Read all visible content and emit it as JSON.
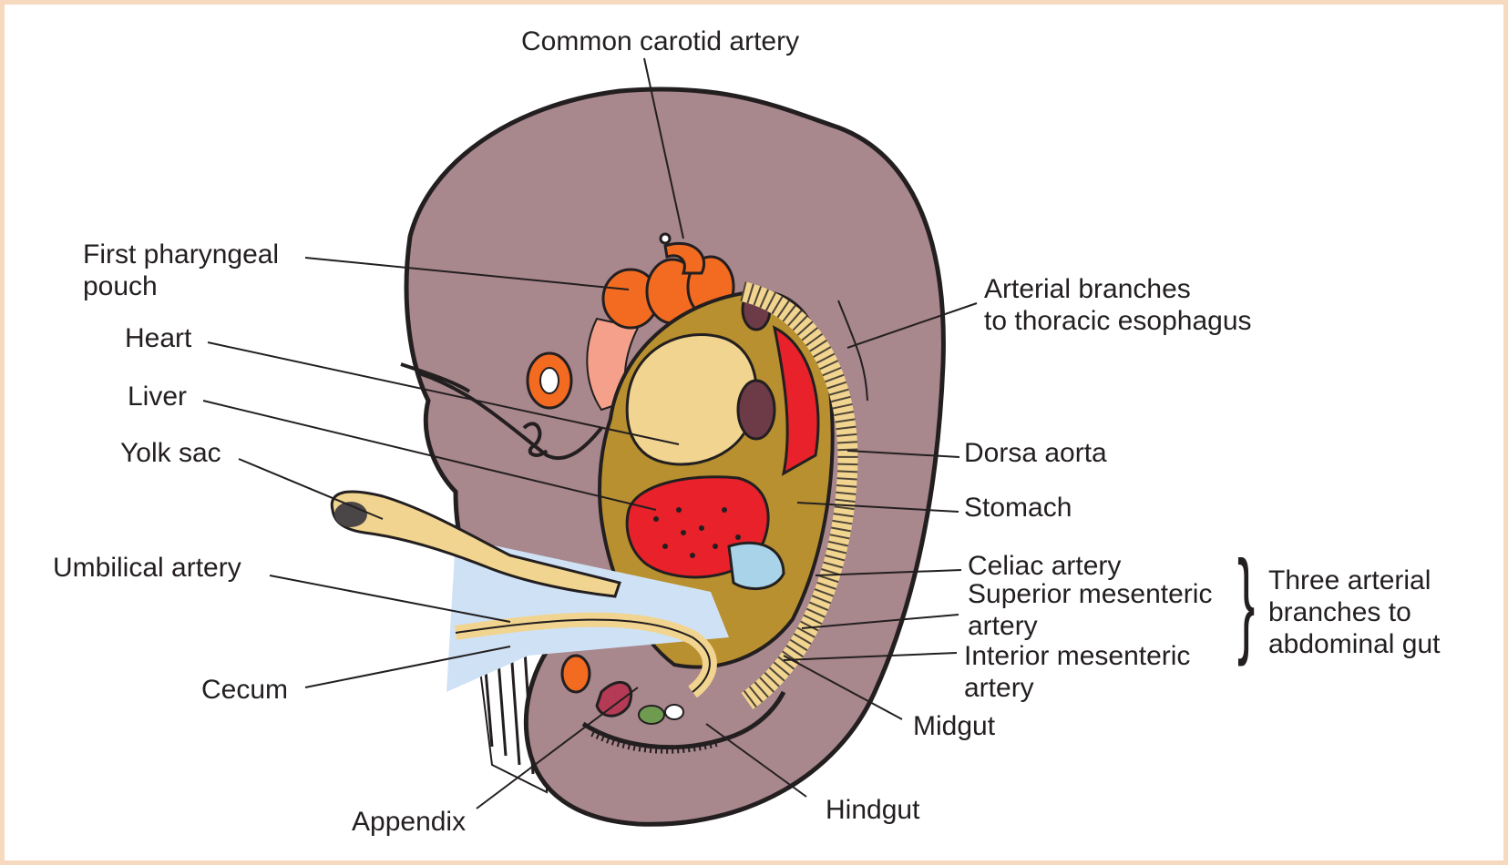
{
  "figure": {
    "subject": "Embryo lateral view showing gut and arterial supply",
    "colors": {
      "body": "#a8878d",
      "outline": "#231f20",
      "frame_border": "#f6d9bf",
      "gut_tan": "#f1d48f",
      "mesentery_olive": "#b8902f",
      "liver_red": "#e8212a",
      "heart_tan": "#f1d48f",
      "pharyngeal_orange": "#f26b21",
      "yolk_stalk_blue": "#cfe2f5",
      "dark_red": "#b53a55",
      "green": "#6e9b4f"
    }
  },
  "labels": {
    "common_carotid": "Common carotid artery",
    "first_pharyngeal": "First pharyngeal\npouch",
    "heart": "Heart",
    "liver": "Liver",
    "yolk_sac": "Yolk sac",
    "umbilical_artery": "Umbilical artery",
    "cecum": "Cecum",
    "appendix": "Appendix",
    "hindgut": "Hindgut",
    "midgut": "Midgut",
    "inferior_mesenteric": "Interior mesenteric\nartery",
    "superior_mesenteric": "Superior mesenteric\nartery",
    "celiac": "Celiac artery",
    "stomach": "Stomach",
    "dorsal_aorta": "Dorsa aorta",
    "thoracic_branches": "Arterial branches\nto thoracic esophagus",
    "group_label": "Three arterial\nbranches to\nabdominal gut"
  }
}
